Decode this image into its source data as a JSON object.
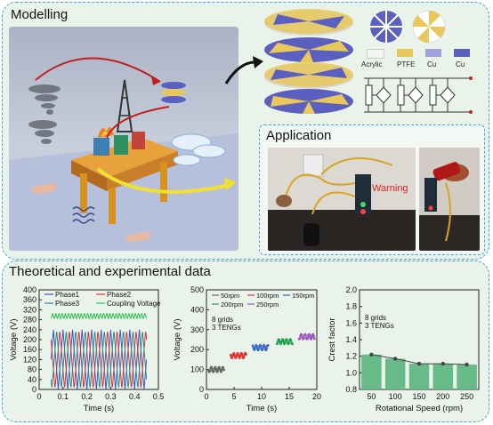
{
  "sections": {
    "modelling": "Modelling",
    "application": "Application",
    "theory": "Theoretical and experimental data"
  },
  "materials": [
    "Acrylic",
    "PTFE",
    "Cu",
    "Cu"
  ],
  "warning": "Warning",
  "chart_data": [
    {
      "type": "line",
      "xlabel": "Time (s)",
      "ylabel": "Voltage (V)",
      "xlim": [
        0,
        0.5
      ],
      "ylim": [
        0,
        400
      ],
      "xticks": [
        "0",
        "0.1",
        "0.2",
        "0.3",
        "0.4",
        "0.5"
      ],
      "yticks": [
        "0",
        "40",
        "80",
        "120",
        "160",
        "200",
        "240",
        "280",
        "320",
        "360",
        "400"
      ],
      "series": [
        {
          "name": "Phase1",
          "color": "#3355cc",
          "amplitude": 240,
          "phase": 0
        },
        {
          "name": "Phase2",
          "color": "#e03030",
          "amplitude": 240,
          "phase": 0.333
        },
        {
          "name": "Phase3",
          "color": "#2e8b8b",
          "amplitude": 240,
          "phase": 0.667
        },
        {
          "name": "Coupling Voltage",
          "color": "#33bb55",
          "level": 295
        }
      ],
      "x_range": [
        0.05,
        0.45
      ],
      "period": 0.04,
      "legend": "top"
    },
    {
      "type": "scatter",
      "xlabel": "Time (s)",
      "ylabel": "Voltage (V)",
      "xlim": [
        0,
        20
      ],
      "ylim": [
        0,
        500
      ],
      "xticks": [
        "0",
        "5",
        "10",
        "15",
        "20"
      ],
      "yticks": [
        "0",
        "100",
        "200",
        "300",
        "400",
        "500"
      ],
      "annotation": [
        "8 grids",
        "3 TENGs"
      ],
      "series": [
        {
          "name": "50rpm",
          "color": "#666666",
          "x_range": [
            0.4,
            3.2
          ],
          "value": 100
        },
        {
          "name": "100rpm",
          "color": "#e03030",
          "x_range": [
            4.4,
            7.2
          ],
          "value": 170
        },
        {
          "name": "150rpm",
          "color": "#3366cc",
          "x_range": [
            8.4,
            11.2
          ],
          "value": 210
        },
        {
          "name": "200rpm",
          "color": "#22a050",
          "x_range": [
            12.8,
            15.6
          ],
          "value": 240
        },
        {
          "name": "250rpm",
          "color": "#9955bb",
          "x_range": [
            16.8,
            19.6
          ],
          "value": 265
        }
      ],
      "legend": "top"
    },
    {
      "type": "bar",
      "xlabel": "Rotational Speed (rpm)",
      "ylabel": "Crest factor",
      "categories": [
        "50",
        "100",
        "150",
        "200",
        "250"
      ],
      "values": [
        1.22,
        1.17,
        1.11,
        1.11,
        1.1
      ],
      "ylim": [
        0.8,
        2.0
      ],
      "yticks": [
        "0.8",
        "1.0",
        "1.2",
        "1.4",
        "1.6",
        "1.8",
        "2.0"
      ],
      "annotation": [
        "8 grids",
        "3 TENGs"
      ],
      "color": "#66bb88"
    }
  ]
}
